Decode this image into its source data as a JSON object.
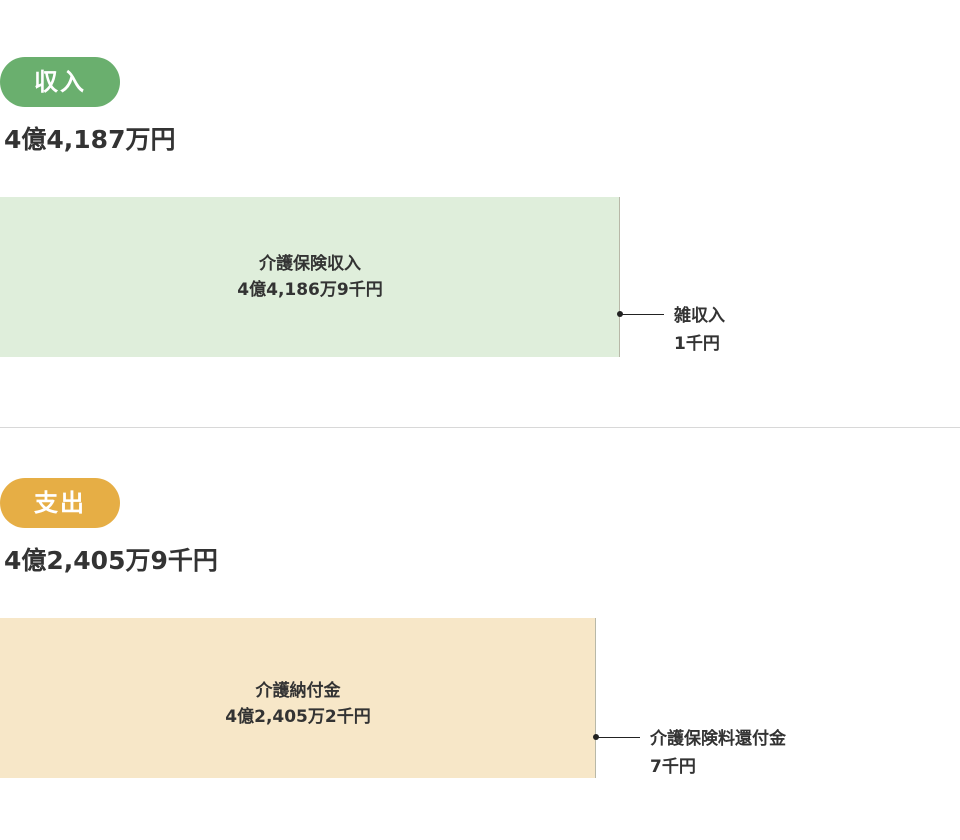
{
  "income": {
    "badge": "収入",
    "total": "4億4,187万円",
    "main_item": {
      "name": "介護保険収入",
      "amount": "4億4,186万9千円"
    },
    "minor_item": {
      "name": "雑収入",
      "amount": "1千円"
    },
    "colors": {
      "badge": "#6aaf6e",
      "bar": "#dfeedb",
      "underline": "#c8e2c8"
    }
  },
  "expense": {
    "badge": "支出",
    "total": "4億2,405万9千円",
    "main_item": {
      "name": "介護納付金",
      "amount": "4億2,405万2千円"
    },
    "minor_item": {
      "name": "介護保険料還付金",
      "amount": "7千円"
    },
    "colors": {
      "badge": "#e6ae45",
      "bar": "#f7e7c8",
      "underline": "#f5e0b8"
    }
  }
}
